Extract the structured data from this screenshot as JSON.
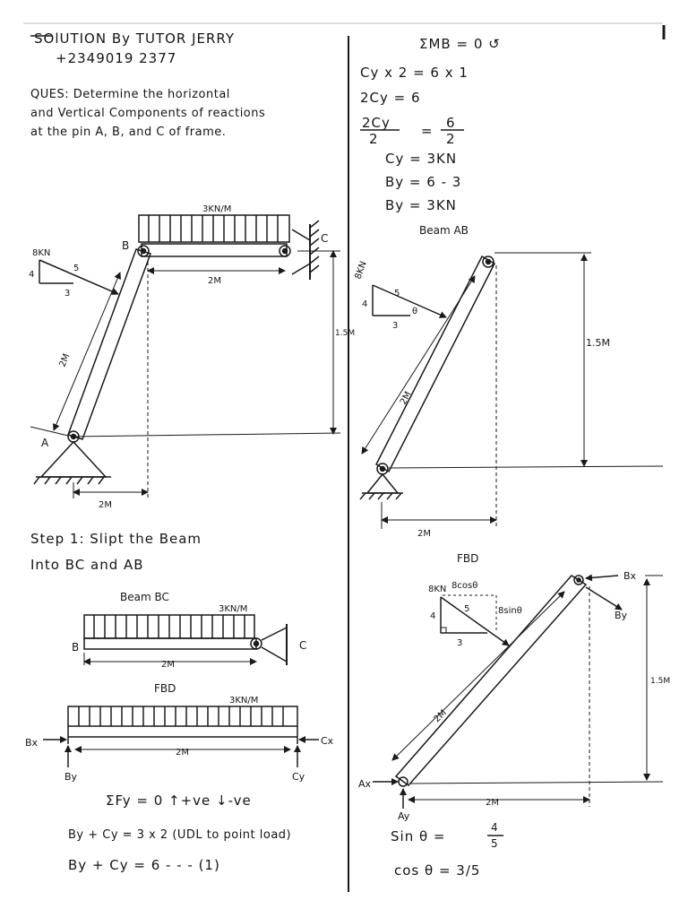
{
  "header": {
    "title": "SOlUTION By TUTOR JERRY",
    "phone": "+2349019 2377"
  },
  "question": {
    "line1": "QUES: Determine the horizontal",
    "line2": "and Vertical Components of reactions",
    "line3": "at the pin A, B, and C of frame."
  },
  "frame": {
    "load": "3KN/M",
    "force": "8KN",
    "tri_4": "4",
    "tri_5": "5",
    "tri_3": "3",
    "label_B": "B",
    "label_C": "C",
    "label_A": "A",
    "dim_bc": "2M",
    "dim_ab": "2M",
    "dim_h": "1.5M",
    "dim_base": "2M"
  },
  "step1": {
    "line1": "Step 1: Slipt the Beam",
    "line2": "Into BC and AB"
  },
  "beam_bc": {
    "title": "Beam BC",
    "load": "3KN/M",
    "label_B": "B",
    "label_C": "C",
    "dim": "2M"
  },
  "fbd_bc": {
    "title": "FBD",
    "load": "3KN/M",
    "bx": "Bx",
    "cx": "Cx",
    "by": "By",
    "cy": "Cy",
    "dim": "2M"
  },
  "equations_left": {
    "sum_fy": "ΣFy = 0   ↑+ve ↓-ve",
    "eq1": "By + Cy = 3 x 2 (UDL to point load)",
    "eq2": "By + Cy = 6 - - - (1)"
  },
  "equations_right": {
    "sum_mb": "ΣMB = 0  ↺",
    "e1": "Cy x 2 = 6 x 1",
    "e2": "2Cy = 6",
    "e3_num": "2Cy",
    "e3_den": "2",
    "e3_rhs_num": "6",
    "e3_rhs_den": "2",
    "e4": "Cy = 3KN",
    "e5": "By = 6 - 3",
    "e6": "By = 3KN"
  },
  "beam_ab": {
    "title": "Beam AB",
    "force": "8KN",
    "tri_4": "4",
    "tri_5": "5",
    "tri_3": "3",
    "theta": "θ",
    "dim_len": "2M",
    "dim_h": "1.5M",
    "dim_base": "2M"
  },
  "fbd_ab": {
    "title": "FBD",
    "force": "8KN",
    "cos_comp": "8cosθ",
    "sin_comp": "8sinθ",
    "tri_4": "4",
    "tri_5": "5",
    "tri_3": "3",
    "bx": "Bx",
    "by": "By",
    "ax": "Ax",
    "ay": "Ay",
    "dim_len": "2M",
    "dim_h": "1.5M",
    "dim_base": "2M"
  },
  "trig": {
    "sin_lhs": "Sin θ =",
    "sin_num": "4",
    "sin_den": "5",
    "cos": "cos θ = 3/5"
  }
}
